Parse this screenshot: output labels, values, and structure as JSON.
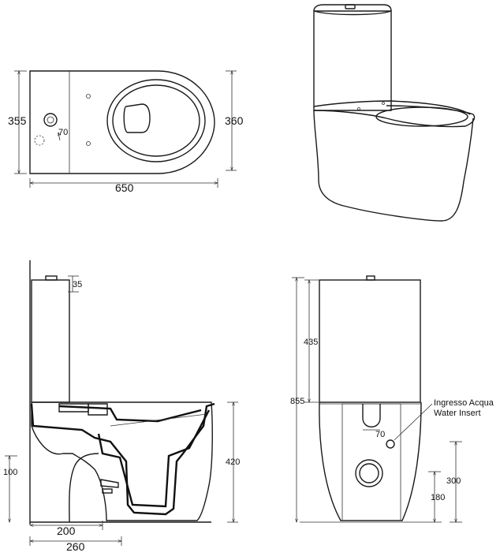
{
  "top_view": {
    "width_label": "650",
    "depth_left_label": "355",
    "depth_right_label": "360",
    "hole_label": "70"
  },
  "side_view": {
    "lid_label": "35",
    "floor_label": "100",
    "height_label": "420",
    "outlet_200_label": "200",
    "outlet_260_label": "260"
  },
  "front_view": {
    "cistern_label": "435",
    "total_label": "855",
    "hole_label": "70",
    "inlet_label_it": "Ingresso Acqua",
    "inlet_label_en": "Water Insert",
    "outlet_300_label": "300",
    "outlet_180_label": "180"
  }
}
